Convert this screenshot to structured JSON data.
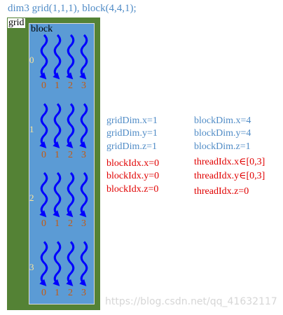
{
  "title": "dim3 grid(1,1,1), block(4,4,1);",
  "grid_label": "grid",
  "block_label": "block",
  "rows": [
    "0",
    "1",
    "2",
    "3"
  ],
  "threads": [
    "0",
    "1",
    "2",
    "3"
  ],
  "info_left": [
    "gridDim.x=1",
    "gridDim.y=1",
    "gridDim.z=1",
    "blockIdx.x=0",
    "blockIdx.y=0",
    "blockIdx.z=0"
  ],
  "info_right": [
    "blockDim.x=4",
    "blockDim.y=4",
    "blockDim.z=1",
    "threadIdx.x∈[0,3]",
    "threadIdx.y∈[0,3]",
    "threadIdx.z=0"
  ],
  "watermark": "https://blog.csdn.net/qq_41632117",
  "colors": {
    "grid": "#548235",
    "block": "#5b9bd5",
    "thread_arrow": "#0000ff",
    "dim_text": "#4f8bc6",
    "idx_text": "#e00000",
    "thread_num": "#c55a11",
    "row_index": "#ffe699"
  },
  "icons": [
    "wavy-arrow-icon"
  ]
}
